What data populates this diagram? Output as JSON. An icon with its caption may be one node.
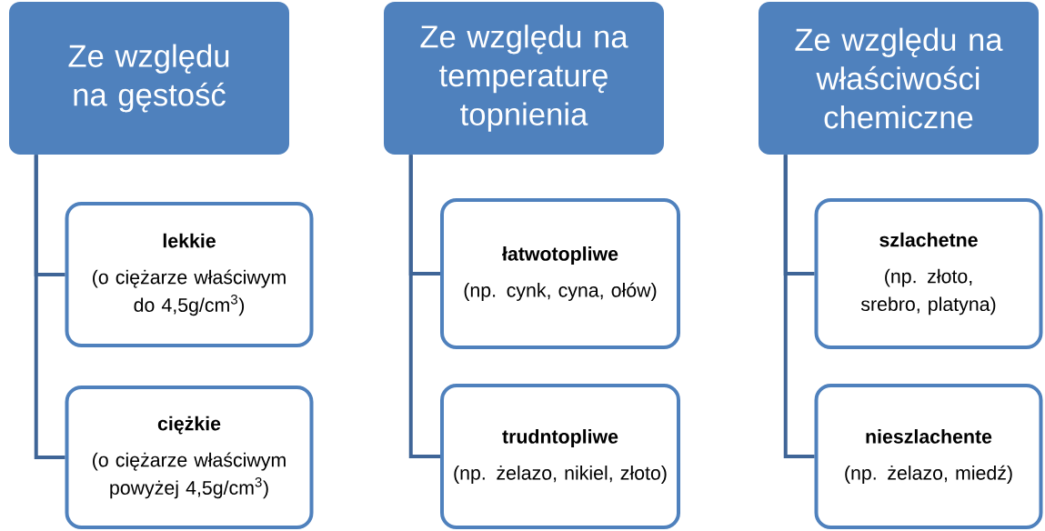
{
  "diagram": {
    "nodes": [
      {
        "text": [
          "Ze względu na gęstość"
        ]
      },
      {
        "text": [
          "lekkie",
          "(o ciężarze właściwym do 4,5g/cm$^{3}$)"
        ]
      },
      {
        "text": [
          "ciężkie",
          "(o ciężarze właściwym powyżej 4,5g/cm$^{3}$)"
        ]
      },
      {
        "text": [
          "Ze względu na temperaturę topnienia"
        ]
      },
      {
        "text": [
          "łatwotopliwe",
          "(np. cynk, cyna, ołów)"
        ]
      },
      {
        "text": [
          "trudntopliwe",
          "(np. żelazo, nikiel, złoto)"
        ]
      },
      {
        "text": [
          "Ze względu na właściwości chemiczne"
        ]
      },
      {
        "text": [
          "szlachetne",
          "(np. złoto, srebro, platyna)"
        ]
      },
      {
        "text": [
          "nieszlachente",
          "(np. żelazo, miedź)"
        ]
      }
    ],
    "edges": [
      {
        "from": 0,
        "to": 1,
        "arrow": "none"
      },
      {
        "from": 0,
        "to": 2,
        "arrow": "none"
      },
      {
        "from": 3,
        "to": 4,
        "arrow": "none"
      },
      {
        "from": 3,
        "to": 5,
        "arrow": "none"
      },
      {
        "from": 6,
        "to": 7,
        "arrow": "none"
      },
      {
        "from": 6,
        "to": 8,
        "arrow": "none"
      }
    ]
  }
}
